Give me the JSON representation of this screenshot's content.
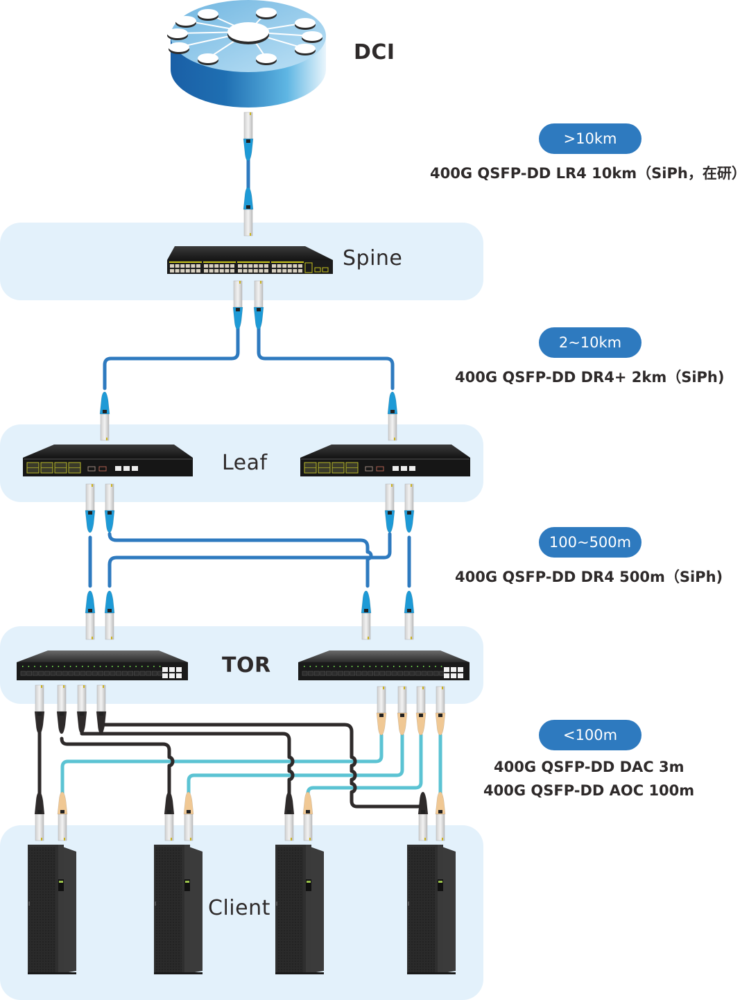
{
  "diagram": {
    "layers": [
      {
        "id": "dci",
        "label": "DCI"
      },
      {
        "id": "spine",
        "label": "Spine"
      },
      {
        "id": "leaf",
        "label": "Leaf"
      },
      {
        "id": "tor",
        "label": "TOR"
      },
      {
        "id": "client",
        "label": "Client"
      }
    ],
    "links": [
      {
        "id": "dci-spine",
        "distance": ">10km",
        "products": [
          "400G QSFP-DD LR4 10km（SiPh，在研）"
        ]
      },
      {
        "id": "spine-leaf",
        "distance": "2~10km",
        "products": [
          "400G QSFP-DD DR4+ 2km（SiPh)"
        ]
      },
      {
        "id": "leaf-tor",
        "distance": "100~500m",
        "products": [
          "400G QSFP-DD DR4 500m（SiPh)"
        ]
      },
      {
        "id": "tor-client",
        "distance": "<100m",
        "products": [
          "400G QSFP-DD DAC 3m",
          "400G QSFP-DD AOC 100m"
        ]
      }
    ],
    "colors": {
      "band": "#e3f1fb",
      "pill": "#2e7abf",
      "fiber_blue": "#2e7abf",
      "aoc_cyan": "#5bc3d3",
      "dac_black": "#2e2a2a",
      "pull_tab_blue": "#1e9ad6",
      "pull_tab_orange": "#f0c894",
      "text": "#2e2a2a"
    }
  }
}
